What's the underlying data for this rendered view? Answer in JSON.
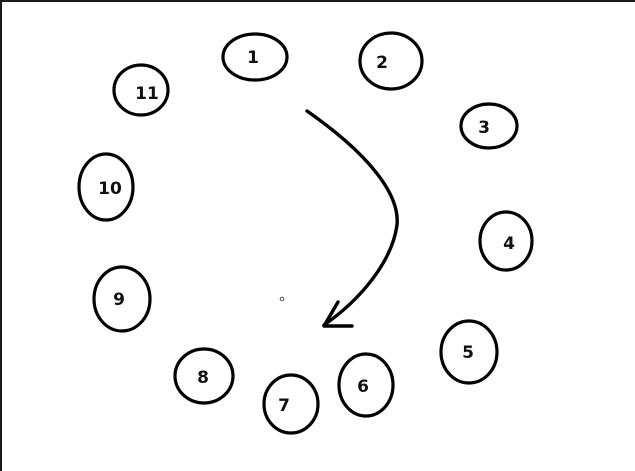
{
  "diagram": {
    "nodes": [
      {
        "label": "1"
      },
      {
        "label": "2"
      },
      {
        "label": "3"
      },
      {
        "label": "4"
      },
      {
        "label": "5"
      },
      {
        "label": "6"
      },
      {
        "label": "7"
      },
      {
        "label": "8"
      },
      {
        "label": "9"
      },
      {
        "label": "10"
      },
      {
        "label": "11"
      }
    ],
    "arrow": {
      "direction": "clockwise",
      "color": "#000000"
    },
    "colors": {
      "stroke": "#000000",
      "background": "#ffffff"
    }
  }
}
